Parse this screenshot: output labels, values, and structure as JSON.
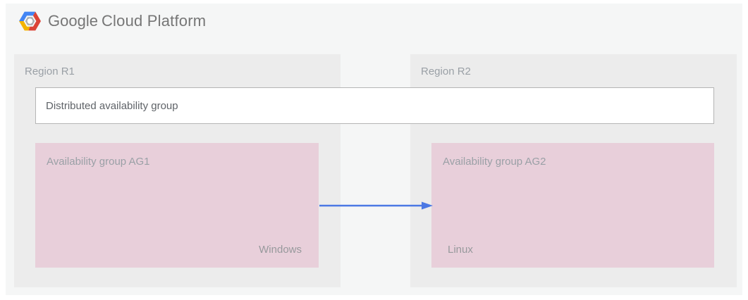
{
  "header": {
    "logo_icon": "google-cloud-platform-hexagon",
    "brand": "Google Cloud Platform",
    "brand_primary": "Google",
    "brand_secondary": "Cloud Platform"
  },
  "diagram": {
    "distributed_group": {
      "label": "Distributed availability group"
    },
    "regions": [
      {
        "label": "Region R1",
        "availability_group": {
          "label": "Availability group AG1",
          "os_label": "Windows"
        }
      },
      {
        "label": "Region R2",
        "availability_group": {
          "label": "Availability group AG2",
          "os_label": "Linux"
        }
      }
    ],
    "arrow": {
      "from": "Availability group AG1",
      "to": "Availability group AG2",
      "direction": "right",
      "color": "#4b78e4"
    }
  },
  "colors": {
    "page_background": "#ffffff",
    "canvas_background": "#f5f6f6",
    "region_background": "#ececec",
    "availability_group_background": "#e8cfda",
    "distributed_box_border": "#b5b5b5",
    "wordmark_text": "#767676",
    "muted_label_text": "#9aa0a6",
    "distributed_label_text": "#5f6368",
    "arrow_blue": "#4b78e4",
    "logo_blue": "#4285f4",
    "logo_red": "#db4437",
    "logo_yellow": "#f4b400",
    "logo_nut_gray": "#a9adb0"
  }
}
